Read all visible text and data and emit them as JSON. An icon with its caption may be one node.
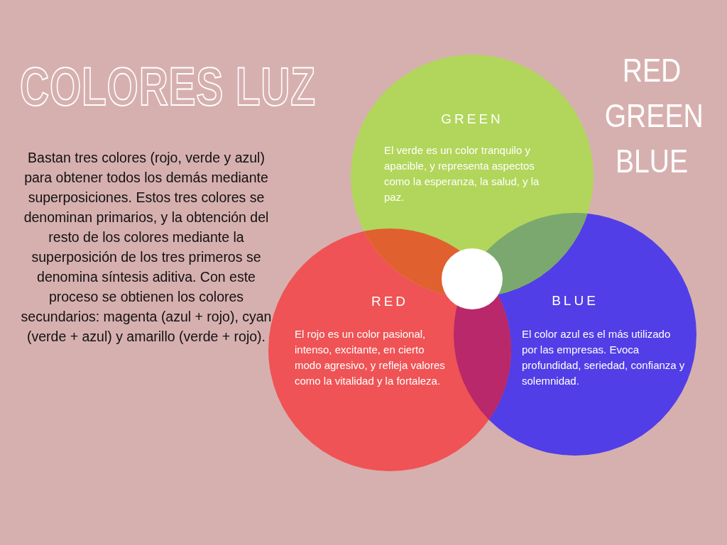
{
  "diagram": {
    "title": "COLORES LUZ",
    "nodes": [
      {
        "text": [
          "GREEN",
          "El verde es un color tranquilo y apacible, y representa aspectos como la esperanza, la salud, y la paz."
        ]
      },
      {
        "text": [
          "RED",
          "El rojo es un color pasional, intenso, excitante, en cierto modo agresivo, y refleja valores como la vitalidad y la fortaleza."
        ]
      },
      {
        "text": [
          "BLUE",
          "El color azul es el más utilizado por las empresas. Evoca profundidad, seriedad, confianza y solemnidad."
        ]
      },
      {
        "text": [],
        "shape": "circle"
      }
    ],
    "labels": [
      "Bastan tres colores (rojo, verde y azul) para obtener todos los demás mediante superposiciones. Estos tres colores se denominan primarios, y la obtención del resto de los colores mediante la superposición de los tres primeros se denomina síntesis aditiva. Con este proceso se obtienen los colores secundarios: magenta (azul + rojo), cyan (verde + azul) y amarillo (verde + rojo).",
      "RED",
      "GREEN",
      "BLUE"
    ]
  }
}
